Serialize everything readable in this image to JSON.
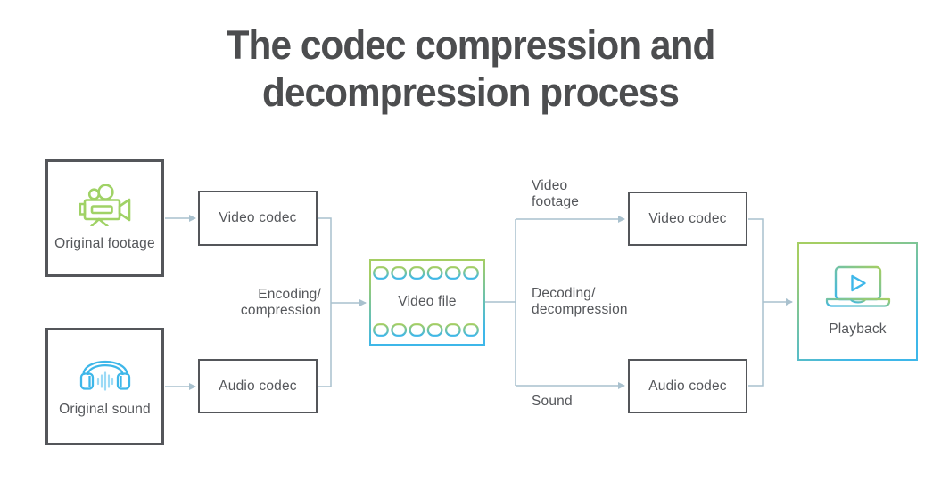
{
  "title": {
    "lines": [
      "The codec compression and",
      "decompression process"
    ]
  },
  "boxes": {
    "original_footage": {
      "lines": [
        "Original",
        "footage"
      ],
      "icon": "video-camera-icon",
      "border_color": "#a5ce63"
    },
    "video_codec_left": {
      "label": "Video codec",
      "border_color": "#a5ce63"
    },
    "original_sound": {
      "lines": [
        "Original",
        "sound"
      ],
      "icon": "headphones-icon",
      "border_color": "#3eb7e9"
    },
    "audio_codec_left": {
      "label": "Audio codec",
      "border_color": "#3eb7e9"
    },
    "video_file": {
      "label": "Video file",
      "icon": "film-strip-holes-icon",
      "border_color": "gradient #a5ce63 to #3eb7e9"
    },
    "video_codec_right": {
      "label": "Video codec",
      "border_color": "#a5ce63"
    },
    "audio_codec_right": {
      "label": "Audio codec",
      "border_color": "#3eb7e9"
    },
    "playback": {
      "label": "Playback",
      "icon": "laptop-play-icon",
      "border_color": "gradient #a5ce63 to #3eb7e9"
    }
  },
  "flow_labels": {
    "encoding": [
      "Encoding/",
      "compression"
    ],
    "video_footage": [
      "Video",
      "footage"
    ],
    "decoding": [
      "Decoding/",
      "decompression"
    ],
    "sound": "Sound"
  },
  "colors": {
    "green": "#a5ce63",
    "blue": "#3eb7e9",
    "wave_blue": "#9bdaf6",
    "connector": "#a9c1ce",
    "text": "#54565a",
    "title": "#4c4d4f"
  }
}
